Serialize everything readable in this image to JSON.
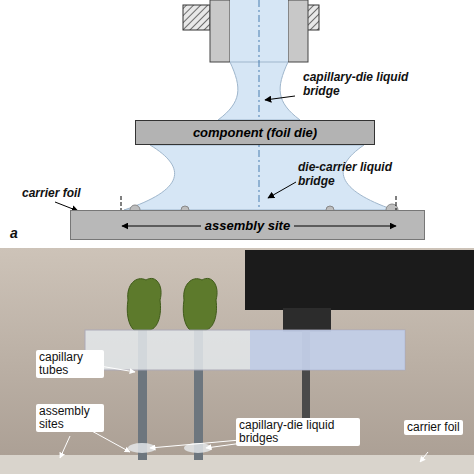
{
  "diagram": {
    "nodes": [
      {
        "text": [
          "component (foil die)"
        ]
      },
      {
        "text": [
          "assembly site"
        ]
      }
    ],
    "labels": [
      "capillary-die liquid bridge",
      "die-carrier liquid bridge",
      "carrier foil",
      "a",
      "capillary tubes",
      "assembly sites",
      "capillary-die liquid bridges",
      "carrier foil"
    ]
  }
}
